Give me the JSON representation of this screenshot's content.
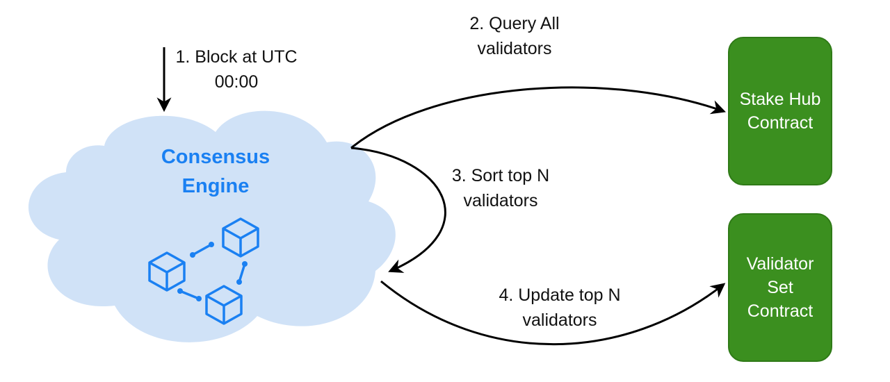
{
  "steps": {
    "step1": [
      "1. Block at UTC",
      "00:00"
    ],
    "step2": [
      "2. Query All",
      "validators"
    ],
    "step3": [
      "3. Sort top N",
      "validators"
    ],
    "step4": [
      "4. Update top N",
      "validators"
    ]
  },
  "engine": {
    "title": [
      "Consensus",
      "Engine"
    ],
    "icon": "blockchain-icon"
  },
  "contracts": {
    "stake_hub": [
      "Stake Hub",
      "Contract"
    ],
    "validator_set": [
      "Validator",
      "Set",
      "Contract"
    ]
  },
  "colors": {
    "cloud_fill": "#d0e2f7",
    "engine_text": "#1a80f2",
    "contract_fill": "#3b8f1f",
    "arrow": "#000000"
  }
}
